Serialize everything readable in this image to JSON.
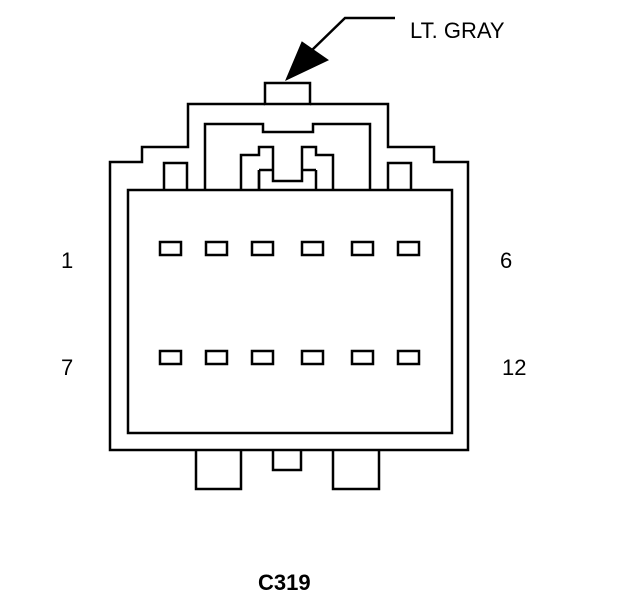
{
  "color_callout": "LT. GRAY",
  "connector_id": "C319",
  "pin_labels": {
    "top_left": "1",
    "top_right": "6",
    "bottom_left": "7",
    "bottom_right": "12"
  },
  "pin_rows": 2,
  "pins_per_row": 6,
  "colors": {
    "line": "#000000",
    "background": "#ffffff"
  }
}
